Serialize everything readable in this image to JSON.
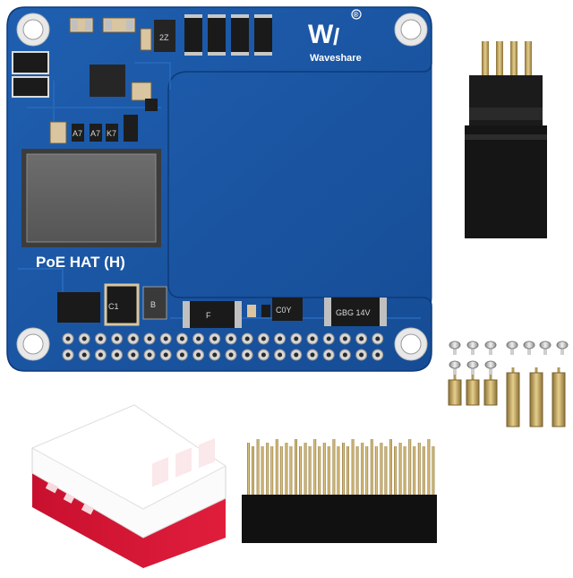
{
  "board": {
    "brand": "Waveshare",
    "model_label": "PoE HAT (H)",
    "logo_mark": "W",
    "registered_mark": "®",
    "chip_markings": [
      "2Z",
      "A7",
      "A7",
      "K7",
      "C1",
      "B",
      "F",
      "C0Y",
      "GBG 14V"
    ]
  },
  "items": [
    {
      "name": "poe-hat-board"
    },
    {
      "name": "jumper-cap"
    },
    {
      "name": "screws-and-standoffs"
    },
    {
      "name": "case"
    },
    {
      "name": "pin-header-extension"
    }
  ]
}
